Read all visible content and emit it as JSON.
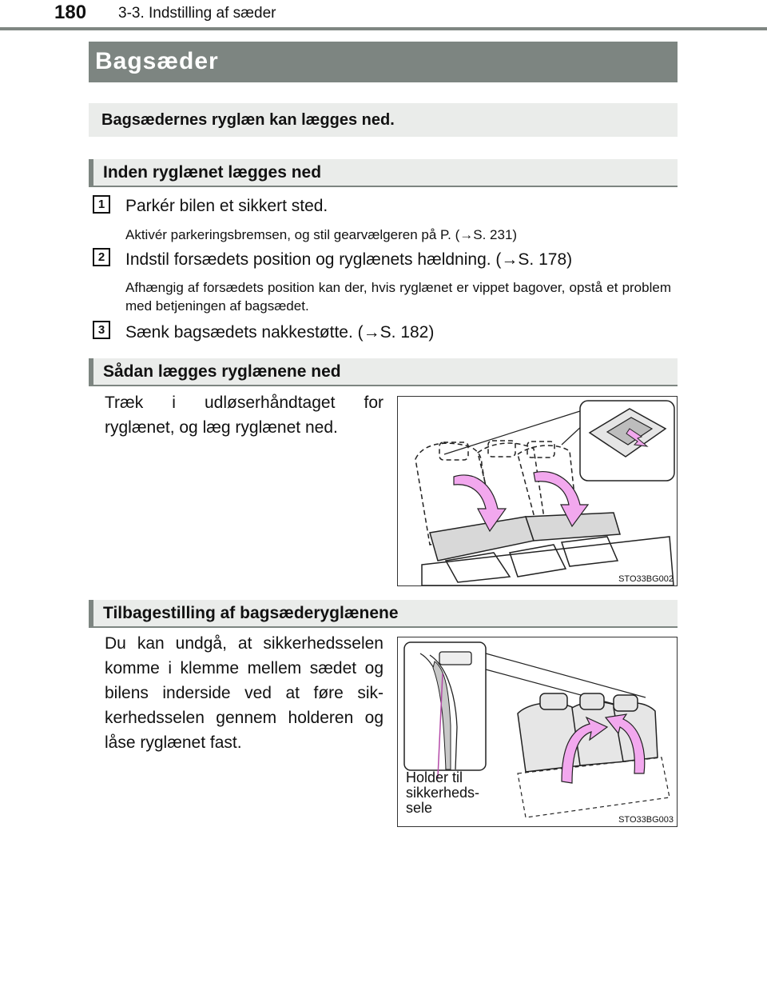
{
  "header": {
    "page_number": "180",
    "running_head": "3-3. Indstilling af sæder"
  },
  "title": "Bagsæder",
  "intro": "Bagsædernes ryglæn kan lægges ned.",
  "sections": {
    "before": {
      "heading": "Inden ryglænet lægges ned",
      "steps": [
        {
          "number": "1",
          "title": "Parkér bilen et sikkert sted.",
          "note": "Aktivér parkeringsbremsen, og stil gearvælgeren på P. (→S. 231)"
        },
        {
          "number": "2",
          "title": "Indstil forsædets position og ryglænets hældning. (→S. 178)",
          "note": "Afhængig af forsædets position kan der, hvis ryglænet er vippet bagover, opstå et problem med betjeningen af bagsædet."
        },
        {
          "number": "3",
          "title": "Sænk bagsædets nakkestøtte. (→S. 182)",
          "note": ""
        }
      ]
    },
    "fold": {
      "heading": "Sådan lægges ryglænene ned",
      "text": "Træk i udløserhåndtaget for ryglænet, og læg ryglænet ned.",
      "figure_code": "STO33BG002"
    },
    "restore": {
      "heading": "Tilbagestilling af bagsæderyglænene",
      "text": "Du kan undgå, at sikkerhedsselen komme i klemme mellem sædet og bilens inderside ved at føre sik-kerhedsselen gennem holderen og låse ryglænet fast.",
      "figure_code": "STO33BG003",
      "callout": [
        "Holder til",
        "sikkerheds-",
        "sele"
      ]
    }
  },
  "colors": {
    "header_gray": "#7d8581",
    "section_bg": "#eaecea",
    "arrow_pink": "#f2a8ee"
  }
}
